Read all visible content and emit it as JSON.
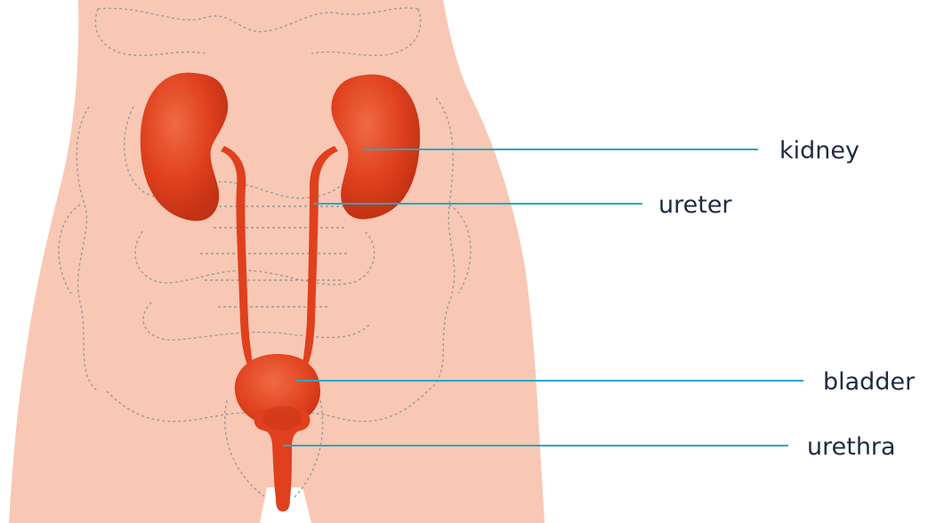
{
  "diagram": {
    "labels": {
      "kidney": "kidney",
      "ureter": "ureter",
      "bladder": "bladder",
      "urethra": "urethra"
    },
    "colors": {
      "skin": "#f8c8b4",
      "skin_edge": "#f0b49f",
      "organ": "#e0401e",
      "organ_dark": "#c93617",
      "organ_highlight": "#f06a43",
      "leader_line": "#29a6c8",
      "outline_dashed": "#9b9b9b",
      "text": "#1f2a44"
    }
  }
}
